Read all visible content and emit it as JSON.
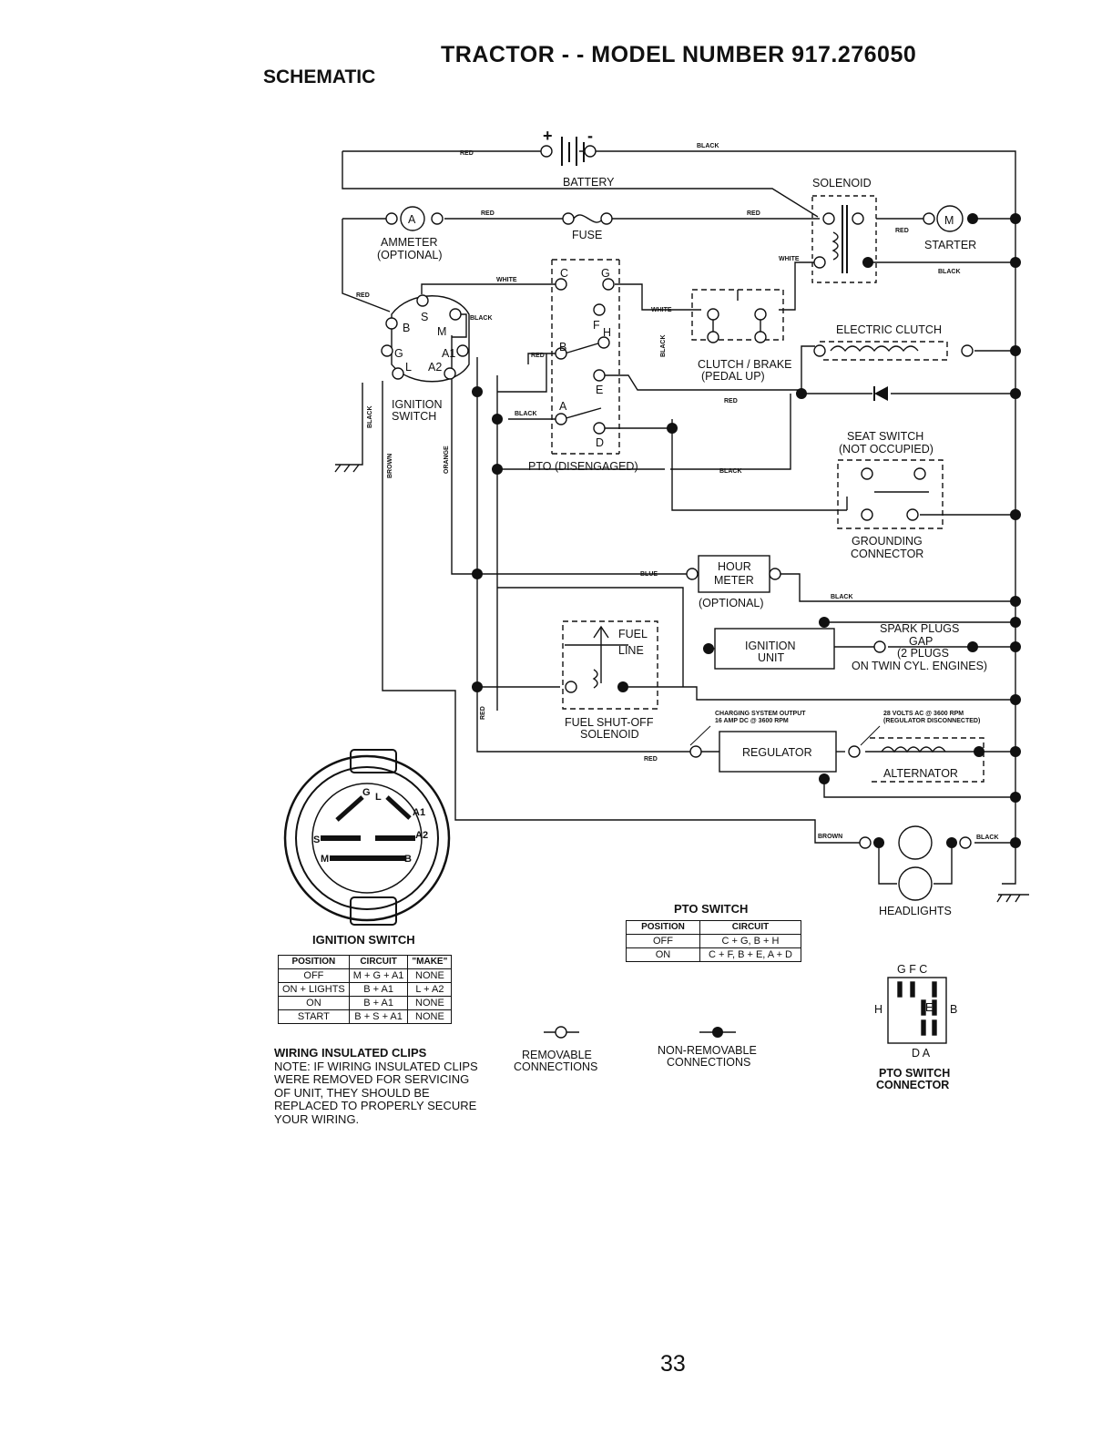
{
  "header": {
    "title": "TRACTOR - - MODEL NUMBER 917.276050",
    "subtitle": "SCHEMATIC"
  },
  "components": {
    "battery": "BATTERY",
    "battery_plus": "+",
    "battery_minus": "-",
    "solenoid": "SOLENOID",
    "ammeter": "AMMETER",
    "ammeter_opt": "(OPTIONAL)",
    "ammeter_letter": "A",
    "fuse": "FUSE",
    "starter": "STARTER",
    "starter_letter": "M",
    "electric_clutch": "ELECTRIC CLUTCH",
    "clutch_brake_1": "CLUTCH / BRAKE",
    "clutch_brake_2": "(PEDAL UP)",
    "ignition_switch_1": "IGNITION",
    "ignition_switch_2": "SWITCH",
    "pto": "PTO (DISENGAGED)",
    "seat_switch_1": "SEAT SWITCH",
    "seat_switch_2": "(NOT OCCUPIED)",
    "grounding_1": "GROUNDING",
    "grounding_2": "CONNECTOR",
    "hour_meter_1": "HOUR",
    "hour_meter_2": "METER",
    "hour_meter_opt": "(OPTIONAL)",
    "fuel_line_1": "FUEL",
    "fuel_line_2": "LINE",
    "ignition_unit_1": "IGNITION",
    "ignition_unit_2": "UNIT",
    "spark_1": "SPARK PLUGS",
    "spark_2": "GAP",
    "spark_3": "(2 PLUGS",
    "spark_4": "ON TWIN CYL. ENGINES)",
    "fuel_shutoff_1": "FUEL SHUT-OFF",
    "fuel_shutoff_2": "SOLENOID",
    "regulator": "REGULATOR",
    "alternator": "ALTERNATOR",
    "charging_1": "CHARGING SYSTEM OUTPUT",
    "charging_2": "16 AMP DC @ 3600 RPM",
    "volts_1": "28 VOLTS AC @ 3600 RPM",
    "volts_2": "(REGULATOR DISCONNECTED)",
    "headlights": "HEADLIGHTS",
    "removable_1": "REMOVABLE",
    "removable_2": "CONNECTIONS",
    "nonremovable_1": "NON-REMOVABLE",
    "nonremovable_2": "CONNECTIONS",
    "pto_connector_1": "PTO SWITCH",
    "pto_connector_2": "CONNECTOR"
  },
  "terminals": {
    "ign": [
      "S",
      "B",
      "M",
      "G",
      "A1",
      "L",
      "A2"
    ],
    "pto": [
      "C",
      "G",
      "F",
      "H",
      "B",
      "E",
      "A",
      "D"
    ],
    "connector_top": "G F C",
    "connector_h": "H",
    "connector_e": "E",
    "connector_b": "B",
    "connector_bottom": "D A",
    "face": [
      "G",
      "L",
      "A1",
      "A2",
      "S",
      "M",
      "B"
    ]
  },
  "wires": {
    "red": "RED",
    "black": "BLACK",
    "white": "WHITE",
    "brown": "BROWN",
    "orange": "ORANGE",
    "blue": "BLUE"
  },
  "ignition_table": {
    "caption": "IGNITION SWITCH",
    "headers": [
      "POSITION",
      "CIRCUIT",
      "\"MAKE\""
    ],
    "rows": [
      [
        "OFF",
        "M + G + A1",
        "NONE"
      ],
      [
        "ON + LIGHTS",
        "B + A1",
        "L + A2"
      ],
      [
        "ON",
        "B + A1",
        "NONE"
      ],
      [
        "START",
        "B + S + A1",
        "NONE"
      ]
    ]
  },
  "pto_table": {
    "caption": "PTO SWITCH",
    "headers": [
      "POSITION",
      "CIRCUIT"
    ],
    "rows": [
      [
        "OFF",
        "C + G, B + H"
      ],
      [
        "ON",
        "C + F, B + E, A + D"
      ]
    ]
  },
  "note": {
    "heading": "WIRING INSULATED CLIPS",
    "body": "NOTE: IF WIRING INSULATED CLIPS WERE REMOVED FOR SERVICING OF UNIT, THEY SHOULD BE REPLACED TO PROPERLY SECURE YOUR WIRING."
  },
  "page_number": "33"
}
